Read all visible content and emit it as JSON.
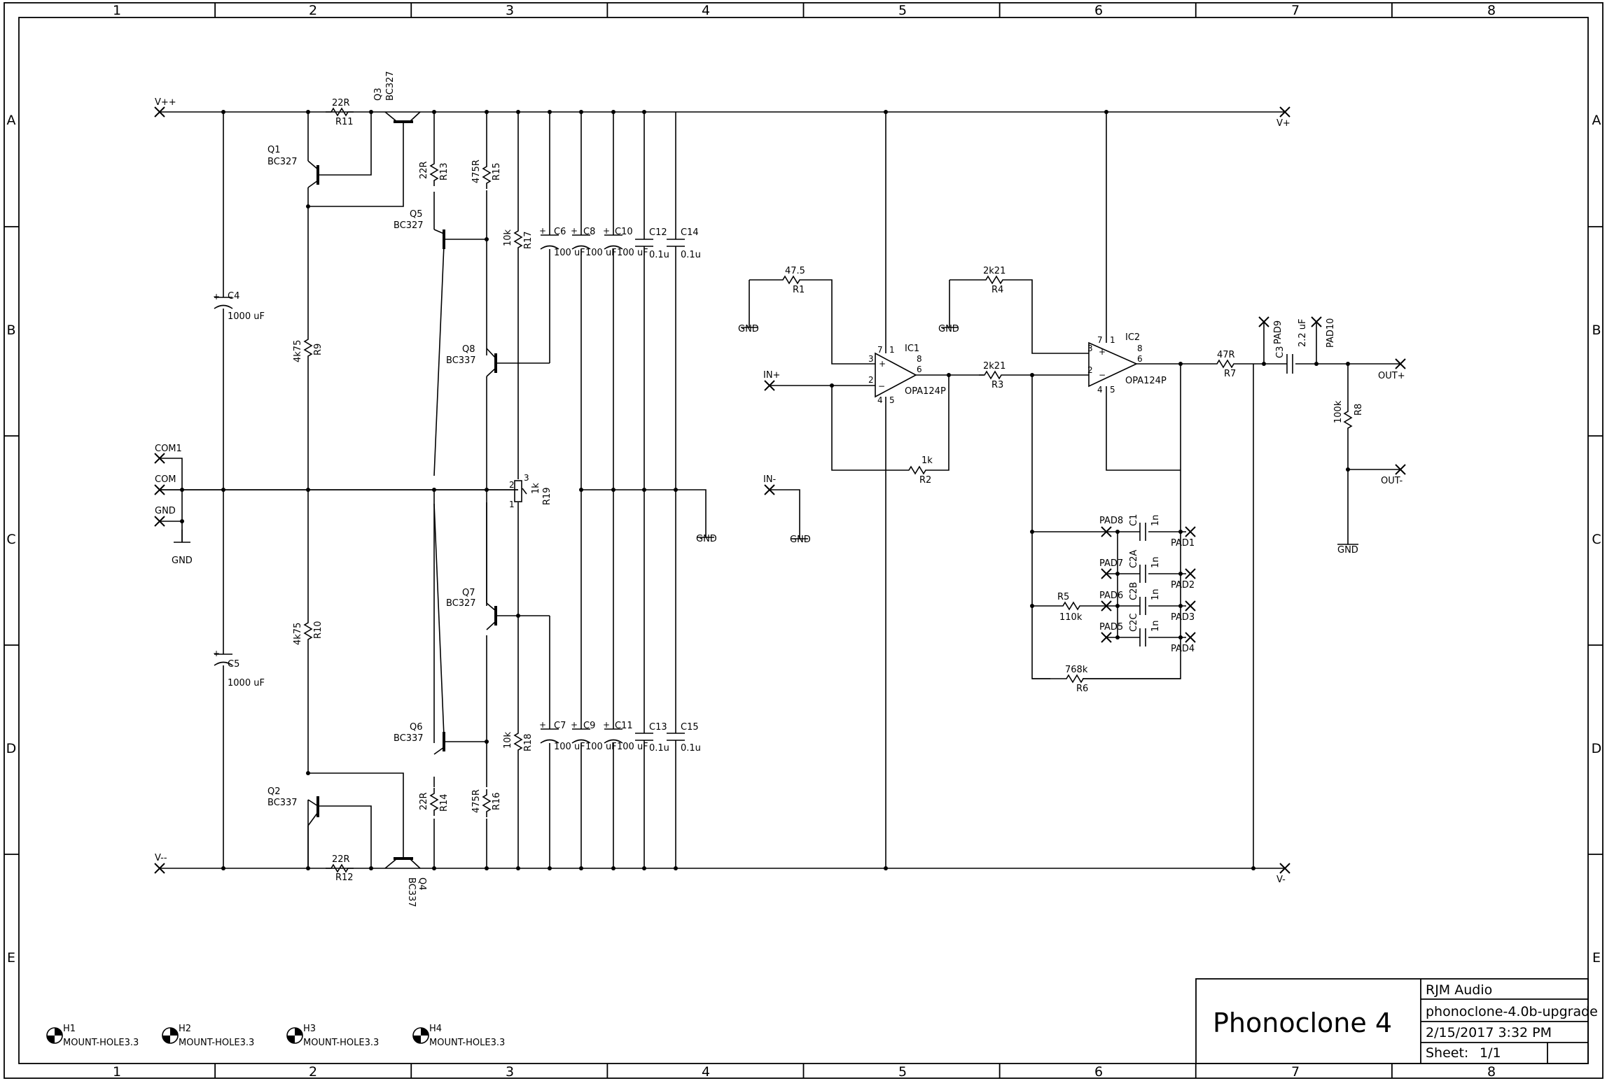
{
  "grid": {
    "columns": [
      "1",
      "2",
      "3",
      "4",
      "5",
      "6",
      "7",
      "8"
    ],
    "rows": [
      "A",
      "B",
      "C",
      "D",
      "E"
    ]
  },
  "title_block": {
    "title": "Phonoclone 4",
    "company": "RJM Audio",
    "file": "phonoclone-4.0b-upgrade",
    "date": "2/15/2017 3:32 PM",
    "sheet_label": "Sheet:",
    "sheet_value": "1/1"
  },
  "ports": {
    "vpp": "V++",
    "vmm": "V--",
    "com1": "COM1",
    "com": "COM",
    "gnd": "GND",
    "vplus": "V+",
    "vminus": "V-",
    "in_plus": "IN+",
    "in_minus": "IN-",
    "out_plus": "OUT+",
    "out_minus": "OUT-"
  },
  "gnd_label": "GND",
  "transistors": {
    "q1": {
      "name": "Q1",
      "type": "BC327"
    },
    "q2": {
      "name": "Q2",
      "type": "BC337"
    },
    "q3": {
      "name": "Q3",
      "type": "BC327"
    },
    "q4": {
      "name": "Q4",
      "type": "BC337"
    },
    "q5": {
      "name": "Q5",
      "type": "BC327"
    },
    "q6": {
      "name": "Q6",
      "type": "BC337"
    },
    "q7": {
      "name": "Q7",
      "type": "BC327"
    },
    "q8": {
      "name": "Q8",
      "type": "BC337"
    }
  },
  "resistors": {
    "r1": {
      "name": "R1",
      "value": "47.5"
    },
    "r2": {
      "name": "R2",
      "value": "1k"
    },
    "r3": {
      "name": "R3",
      "value": "2k21"
    },
    "r4": {
      "name": "R4",
      "value": "2k21"
    },
    "r5": {
      "name": "R5",
      "value": "110k"
    },
    "r6": {
      "name": "R6",
      "value": "768k"
    },
    "r7": {
      "name": "R7",
      "value": "47R"
    },
    "r8": {
      "name": "R8",
      "value": "100k"
    },
    "r9": {
      "name": "R9",
      "value": "4k75"
    },
    "r10": {
      "name": "R10",
      "value": "4k75"
    },
    "r11": {
      "name": "R11",
      "value": "22R"
    },
    "r12": {
      "name": "R12",
      "value": "22R"
    },
    "r13": {
      "name": "R13",
      "value": "22R"
    },
    "r14": {
      "name": "R14",
      "value": "22R"
    },
    "r15": {
      "name": "R15",
      "value": "475R"
    },
    "r16": {
      "name": "R16",
      "value": "475R"
    },
    "r17": {
      "name": "R17",
      "value": "10k"
    },
    "r18": {
      "name": "R18",
      "value": "10k"
    },
    "r19": {
      "name": "R19",
      "value": "1k"
    }
  },
  "capacitors": {
    "c1": {
      "name": "C1",
      "value": "1n"
    },
    "c2a": {
      "name": "C2A",
      "value": "1n"
    },
    "c2b": {
      "name": "C2B",
      "value": "1n"
    },
    "c2c": {
      "name": "C2C",
      "value": "1n"
    },
    "c3": {
      "name": "C3",
      "value": "2.2 uF"
    },
    "c4": {
      "name": "C4",
      "value": "1000 uF"
    },
    "c5": {
      "name": "C5",
      "value": "1000 uF"
    },
    "c6": {
      "name": "C6",
      "value": "100 uF"
    },
    "c7": {
      "name": "C7",
      "value": "100 uF"
    },
    "c8": {
      "name": "C8",
      "value": "100 uF"
    },
    "c9": {
      "name": "C9",
      "value": "100 uF"
    },
    "c10": {
      "name": "C10",
      "value": "100 uF"
    },
    "c11": {
      "name": "C11",
      "value": "100 uF"
    },
    "c12": {
      "name": "C12",
      "value": "0.1u"
    },
    "c13": {
      "name": "C13",
      "value": "0.1u"
    },
    "c14": {
      "name": "C14",
      "value": "0.1u"
    },
    "c15": {
      "name": "C15",
      "value": "0.1u"
    }
  },
  "opamps": {
    "ic1": {
      "name": "IC1",
      "type": "OPA124P"
    },
    "ic2": {
      "name": "IC2",
      "type": "OPA124P"
    }
  },
  "pads": [
    "PAD1",
    "PAD2",
    "PAD3",
    "PAD4",
    "PAD5",
    "PAD6",
    "PAD7",
    "PAD8",
    "PAD9",
    "PAD10"
  ],
  "pins": {
    "p1": "1",
    "p2": "2",
    "p3": "3",
    "p4": "4",
    "p5": "5",
    "p6": "6",
    "p7": "7",
    "p8": "8",
    "plus": "+",
    "minus": "−"
  },
  "holes": [
    {
      "name": "H1",
      "type": "MOUNT-HOLE3.3"
    },
    {
      "name": "H2",
      "type": "MOUNT-HOLE3.3"
    },
    {
      "name": "H3",
      "type": "MOUNT-HOLE3.3"
    },
    {
      "name": "H4",
      "type": "MOUNT-HOLE3.3"
    }
  ]
}
